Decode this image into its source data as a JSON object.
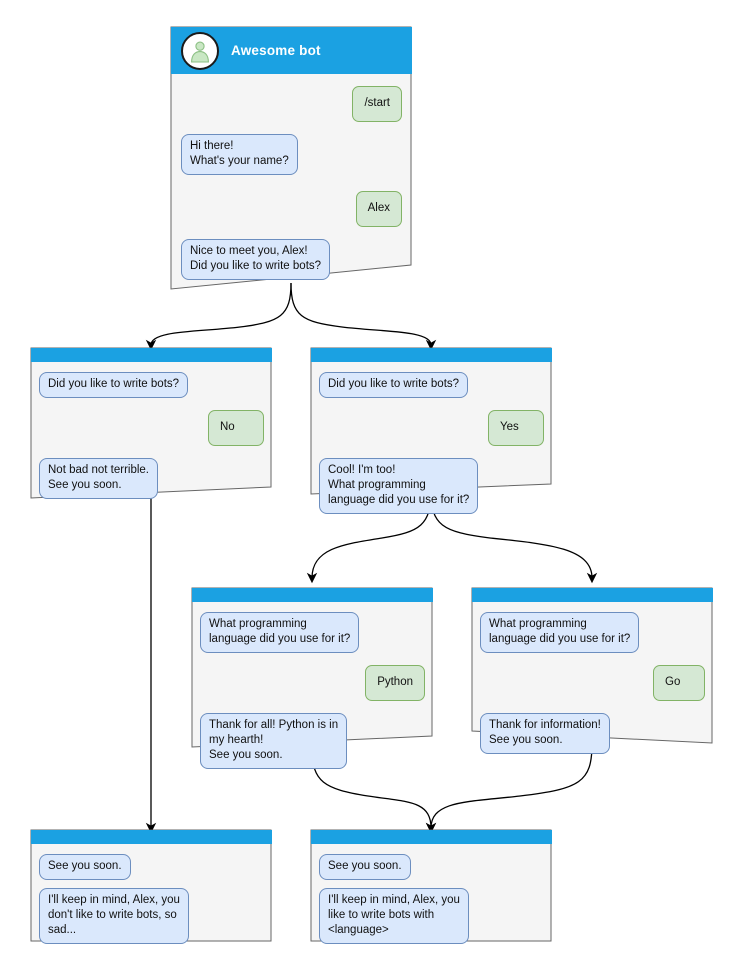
{
  "diagram": {
    "type": "flowchart",
    "title": "Awesome bot conversation flow",
    "colors": {
      "titlebar": "#1ba1e2",
      "paper_fill": "#f5f5f5",
      "paper_stroke": "#666666",
      "bot_bubble_fill": "#dae8fc",
      "bot_bubble_stroke": "#6c8ebf",
      "user_bubble_fill": "#d5e8d4",
      "user_bubble_stroke": "#82b366",
      "edge_stroke": "#000000",
      "avatar_person": "#b9dfb4"
    }
  },
  "nodes": [
    {
      "id": "root",
      "header": {
        "title": "Awesome bot",
        "avatar_icon": "person-avatar-icon"
      },
      "messages": [
        {
          "side": "user",
          "text": "/start"
        },
        {
          "side": "bot",
          "text": "Hi there!\nWhat's your name?"
        },
        {
          "side": "user",
          "text": "Alex"
        },
        {
          "side": "bot",
          "text": "Nice to meet you, Alex!\nDid you like to write bots?"
        }
      ]
    },
    {
      "id": "no-branch",
      "messages": [
        {
          "side": "bot",
          "text": "Did you like to write bots?"
        },
        {
          "side": "user",
          "text": "No"
        },
        {
          "side": "bot",
          "text": "Not bad not terrible.\nSee you soon."
        }
      ]
    },
    {
      "id": "yes-branch",
      "messages": [
        {
          "side": "bot",
          "text": "Did you like to write bots?"
        },
        {
          "side": "user",
          "text": "Yes"
        },
        {
          "side": "bot",
          "text": "Cool! I'm too!\nWhat programming\nlanguage did you use for it?"
        }
      ]
    },
    {
      "id": "python-branch",
      "messages": [
        {
          "side": "bot",
          "text": "What programming\nlanguage did you use for it?"
        },
        {
          "side": "user",
          "text": "Python"
        },
        {
          "side": "bot",
          "text": "Thank for all! Python is in\nmy hearth!\nSee you soon."
        }
      ]
    },
    {
      "id": "go-branch",
      "messages": [
        {
          "side": "bot",
          "text": "What programming\nlanguage did you use for it?"
        },
        {
          "side": "user",
          "text": "Go"
        },
        {
          "side": "bot",
          "text": "Thank for information!\nSee you soon."
        }
      ]
    },
    {
      "id": "end-no",
      "messages": [
        {
          "side": "bot",
          "text": "See you soon."
        },
        {
          "side": "bot",
          "text": "I'll keep in mind, Alex, you\ndon't like to write bots, so\nsad..."
        }
      ]
    },
    {
      "id": "end-yes",
      "messages": [
        {
          "side": "bot",
          "text": "See you soon."
        },
        {
          "side": "bot",
          "text": "I'll keep in mind, Alex, you\nlike to write bots with\n<language>"
        }
      ]
    }
  ]
}
